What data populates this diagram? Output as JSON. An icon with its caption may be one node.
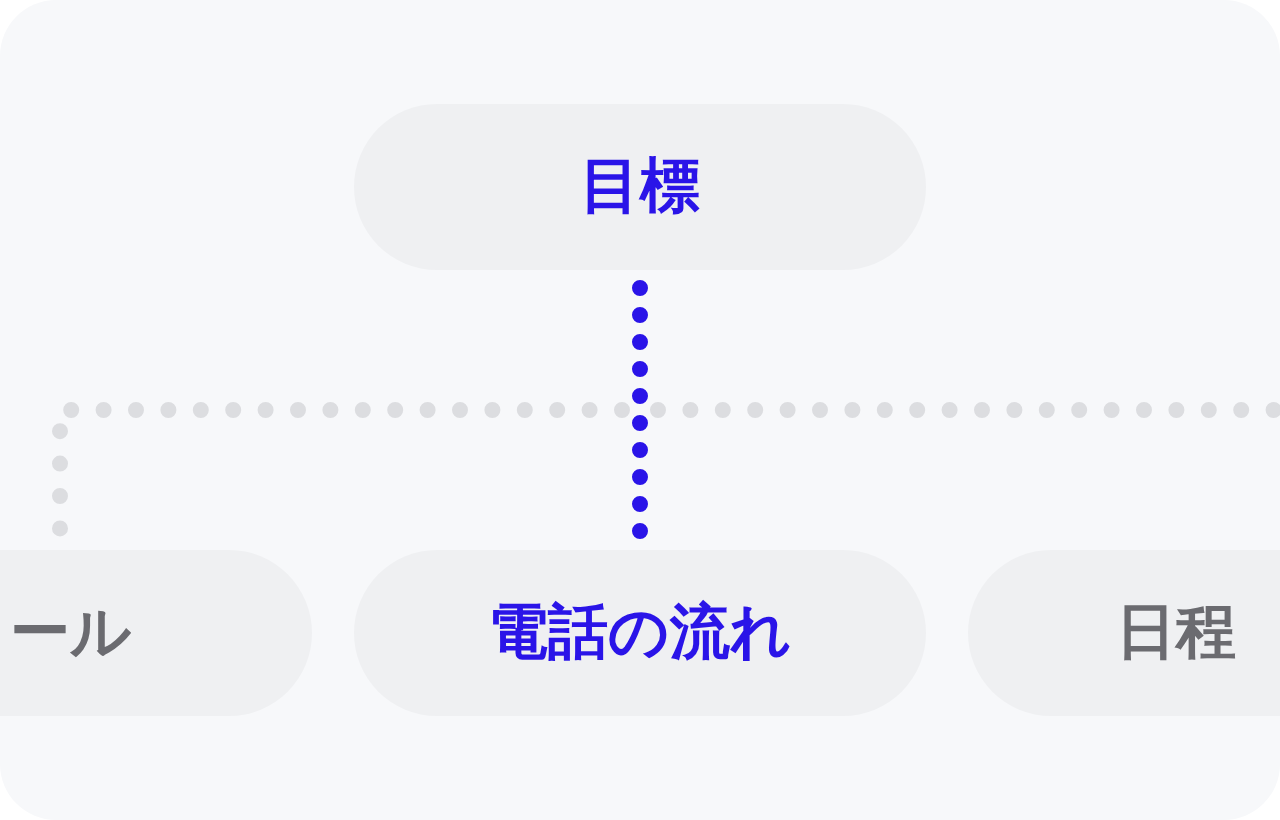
{
  "diagram": {
    "nodes": [
      {
        "text": [
          "目標"
        ]
      },
      {
        "text": [
          "ール"
        ]
      },
      {
        "text": [
          "電話の流れ"
        ]
      },
      {
        "text": [
          "日程"
        ]
      }
    ],
    "edges": [
      {
        "from": 0,
        "to": 1,
        "arrow": "none",
        "style": "dashed"
      },
      {
        "from": 0,
        "to": 3,
        "arrow": "none",
        "style": "dashed"
      },
      {
        "from": 0,
        "to": 2,
        "arrow": "none",
        "style": "dashed",
        "color": "#2a14e8"
      }
    ]
  }
}
